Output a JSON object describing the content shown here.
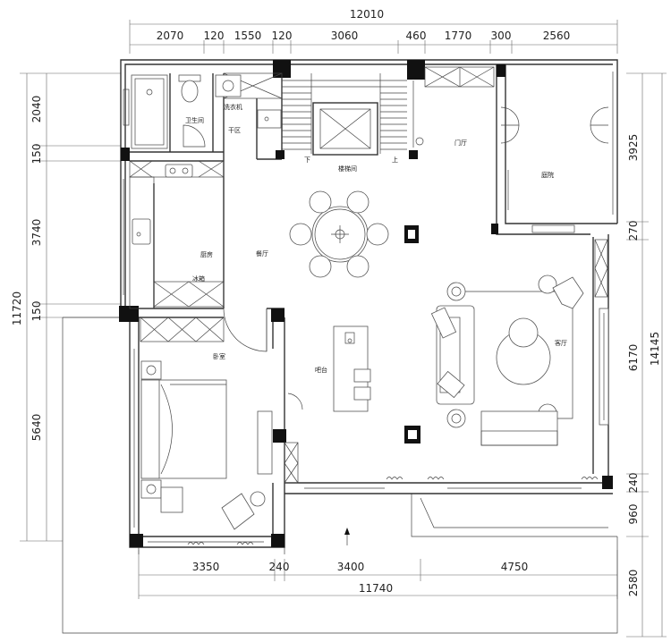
{
  "top_dims": {
    "total": "12010",
    "segments": [
      "2070",
      "120",
      "1550",
      "120",
      "3060",
      "460",
      "1770",
      "300",
      "2560"
    ]
  },
  "left_dims": {
    "segments": [
      "2040",
      "150",
      "3740",
      "150",
      "5640"
    ],
    "total": "11720"
  },
  "right_dims": {
    "segments": [
      "3925",
      "270",
      "6170",
      "240",
      "960",
      "2580"
    ],
    "total": "14145"
  },
  "bottom_dims": {
    "segments": [
      "3350",
      "240",
      "3400",
      "4750"
    ],
    "total": "11740"
  },
  "rooms": {
    "bathroom": "卫生间",
    "laundry": "洗衣机",
    "dry_zone": "干区",
    "stairwell": "楼梯间",
    "stair_down": "下",
    "stair_up": "上",
    "foyer": "门厅",
    "courtyard": "庭院",
    "dining": "餐厅",
    "kitchen": "厨房",
    "fridge": "冰箱",
    "living": "客厅",
    "bar": "吧台",
    "bedroom": "卧室"
  }
}
